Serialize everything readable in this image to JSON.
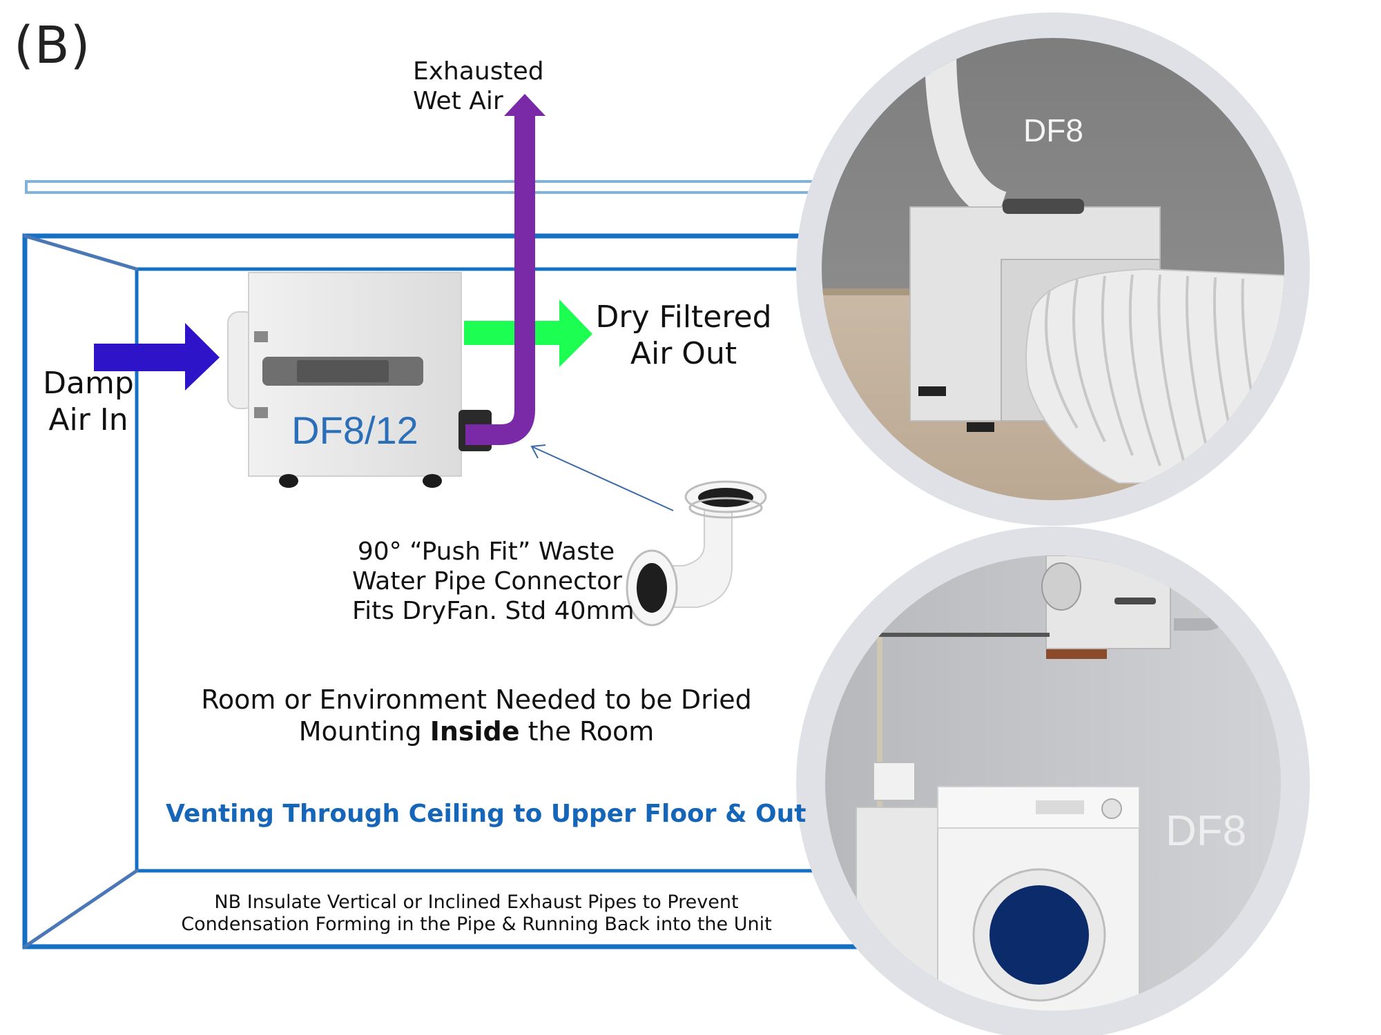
{
  "panel_label": "(B)",
  "exhaust_label": [
    "Exhausted",
    "Wet Air"
  ],
  "intake_label": [
    "Damp",
    "Air In"
  ],
  "output_label": [
    "Dry Filtered",
    "Air Out"
  ],
  "unit_label": "DF8/12",
  "connector_label": [
    "90° “Push Fit” Waste",
    "Water Pipe Connector",
    "Fits DryFan. Std 40mm"
  ],
  "room_caption": {
    "line1": "Room or Environment Needed to be Dried",
    "line2_before": "Mounting ",
    "line2_bold": "Inside",
    "line2_after": " the Room"
  },
  "venting_caption": "Venting Through Ceiling to Upper Floor & Out",
  "note": [
    "NB Insulate Vertical or Inclined Exhaust Pipes to Prevent",
    "Condensation Forming in the Pipe & Running Back into the Unit"
  ],
  "photo_top_label": "DF8",
  "photo_bottom_label": "DF8",
  "colors": {
    "room_outline": "#1570c4",
    "ceiling": "#7fb3de",
    "intake_arrow": "#2e14c8",
    "output_arrow": "#1cff52",
    "exhaust_pipe": "#7a2aa6",
    "venting_text": "#1566b8"
  },
  "icons": [
    "unit-handle-icon",
    "elbow-connector-icon",
    "hose-icon",
    "washing-machine-icon"
  ]
}
